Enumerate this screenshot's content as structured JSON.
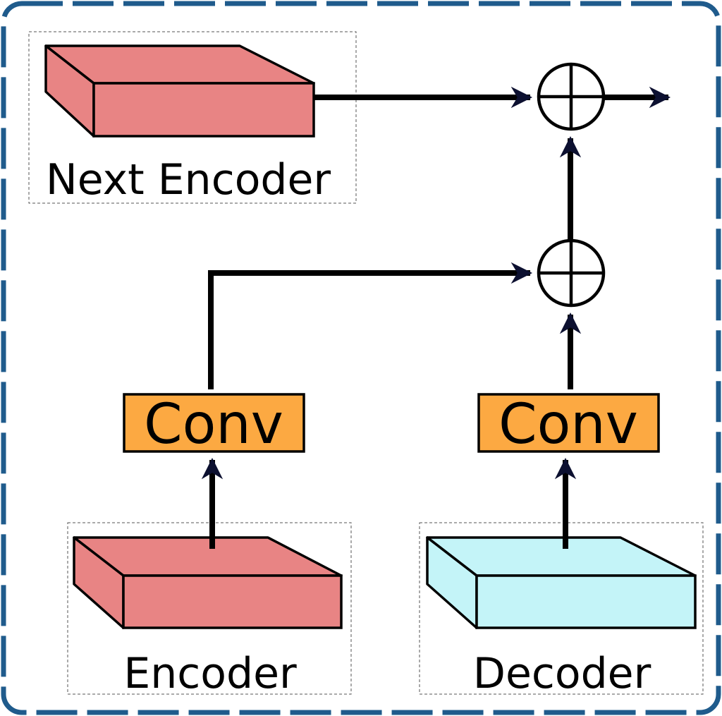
{
  "diagram": {
    "labels": {
      "next_encoder": "Next Encoder",
      "encoder": "Encoder",
      "decoder": "Decoder",
      "conv_left": "Conv",
      "conv_right": "Conv"
    },
    "colors": {
      "frame": "#1f5b8c",
      "encoder_fill": "#e88484",
      "decoder_fill": "#c4f4f8",
      "conv_fill": "#fca942",
      "arrow_head": "#0c1030",
      "line": "#000000"
    },
    "symbols": {
      "add_operator": "circle-plus"
    }
  }
}
